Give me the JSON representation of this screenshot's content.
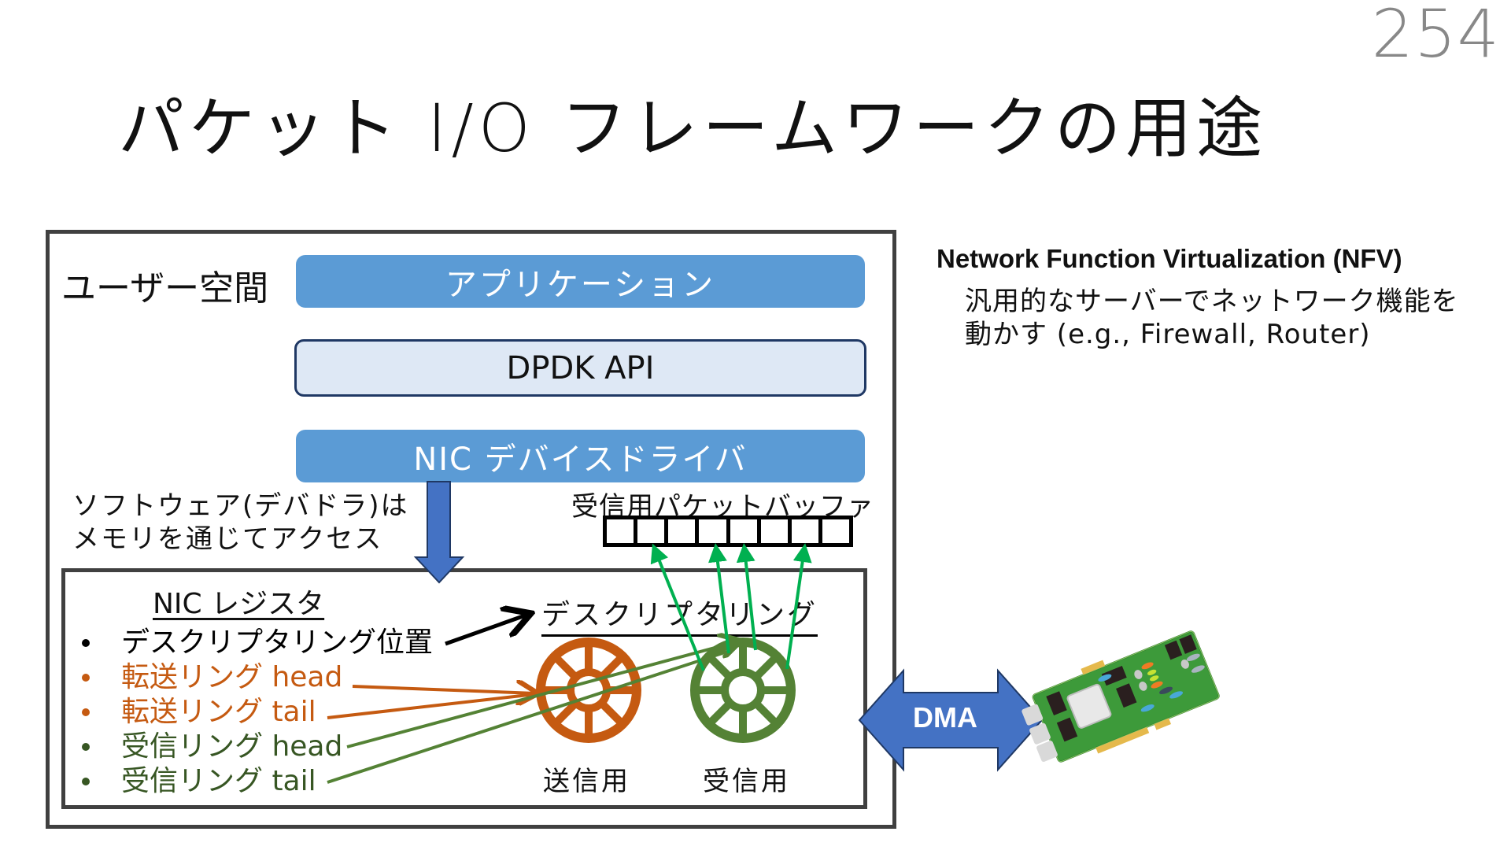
{
  "page_number": "254",
  "title": "パケット I/O フレームワークの用途",
  "diagram": {
    "user_space_label": "ユーザー空間",
    "layers": {
      "application": "アプリケーション",
      "dpdk_api": "DPDK API",
      "device_driver": "NIC デバイスドライバ"
    },
    "memory_access_note": [
      "ソフトウェア(デバドラ)は",
      "メモリを通じてアクセス"
    ],
    "packet_buffer": {
      "label": "受信用パケットバッファ",
      "slot_count": 8
    },
    "nic_registers": {
      "heading": "NIC レジスタ",
      "items": [
        {
          "label": "デスクリプタリング位置",
          "color": "#000000"
        },
        {
          "label": "転送リング head",
          "color": "#c55a11"
        },
        {
          "label": "転送リング tail",
          "color": "#c55a11"
        },
        {
          "label": "受信リング head",
          "color": "#375623"
        },
        {
          "label": "受信リング tail",
          "color": "#375623"
        }
      ]
    },
    "descriptor_ring": {
      "heading": "デスクリプタリング",
      "tx_caption": "送信用",
      "rx_caption": "受信用"
    },
    "dma_label": "DMA",
    "nic_card_icon": "network-interface-card"
  },
  "nfv": {
    "title": "Network Function Virtualization (NFV)",
    "description": [
      "汎用的なサーバーでネットワーク機能を",
      "動かす (e.g., Firewall, Router)"
    ]
  },
  "colors": {
    "layer_blue": "#5b9bd5",
    "api_fill": "#dee8f5",
    "api_border": "#1f3864",
    "arrow_blue": "#4472c4",
    "tx_orange": "#c55a11",
    "rx_green": "#548235",
    "rx_text_green": "#375623",
    "buffer_arrow_green": "#00b050",
    "box_border": "#404040",
    "page_number_gray": "#888888"
  }
}
